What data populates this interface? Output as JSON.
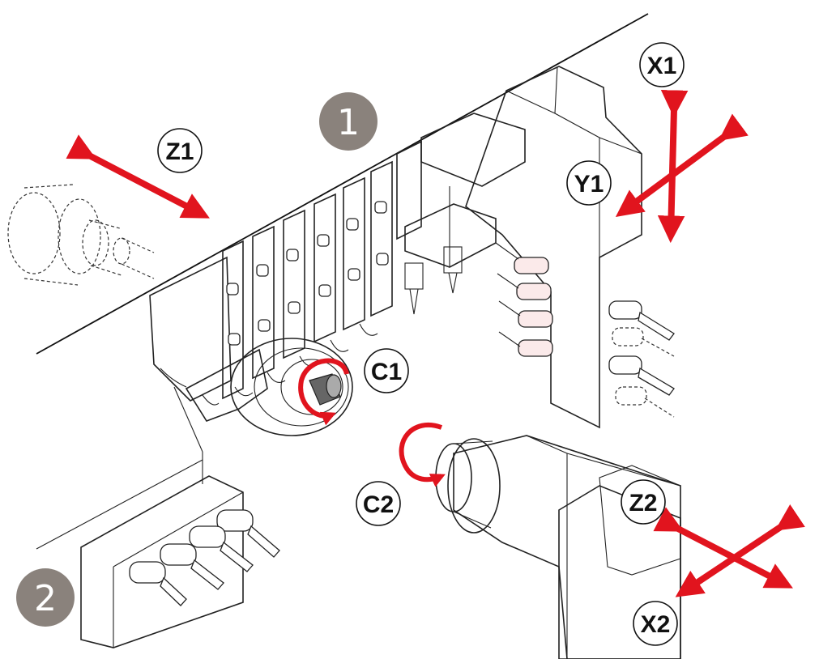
{
  "labels": {
    "x1": "X1",
    "y1": "Y1",
    "z1": "Z1",
    "c1": "C1",
    "c2": "C2",
    "z2": "Z2",
    "x2": "X2"
  },
  "groups": {
    "one": "1",
    "two": "2"
  },
  "colors": {
    "arrow": "#e1141e",
    "tool_post_fill": "#fbeaea",
    "back_spindle_fill": "#e6f2e6",
    "back_tool_fill": "#dfe6f4",
    "badge_fill": "#8a827c"
  }
}
